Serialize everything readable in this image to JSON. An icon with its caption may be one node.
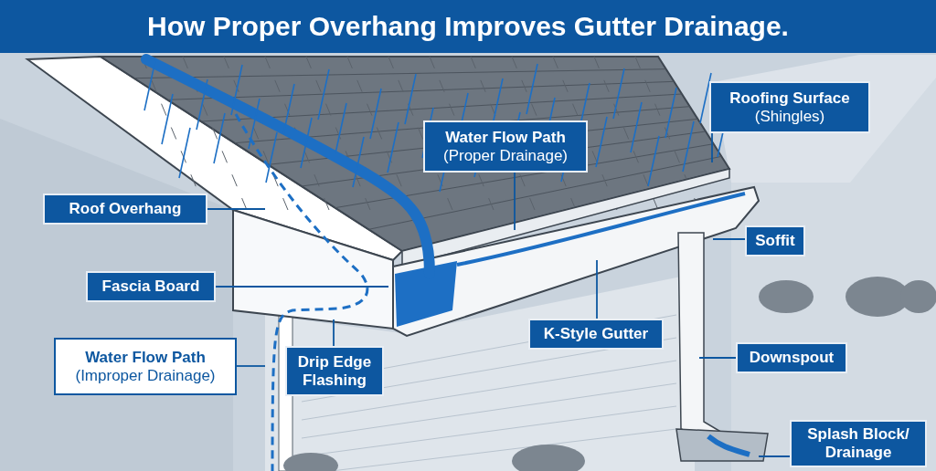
{
  "diagram": {
    "title": "How Proper Overhang Improves Gutter Drainage.",
    "nodes": [
      {
        "text": [
          "Water Flow Path",
          "(Proper Drainage)"
        ]
      },
      {
        "text": [
          "Roofing Surface",
          "(Shingles)"
        ]
      },
      {
        "text": [
          "Roof Overhang"
        ]
      },
      {
        "text": [
          "Soffit"
        ]
      },
      {
        "text": [
          "Fascia Board"
        ]
      },
      {
        "text": [
          "K-Style Gutter"
        ]
      },
      {
        "text": [
          "Water Flow Path",
          "(Improper Drainage)"
        ]
      },
      {
        "text": [
          "Drip Edge Flashing"
        ]
      },
      {
        "text": [
          "Downspout"
        ]
      },
      {
        "text": [
          "Splash Block/ Drainage"
        ]
      }
    ],
    "edges": [
      {
        "from": 0,
        "to": null,
        "arrow": "none"
      },
      {
        "from": 1,
        "to": null,
        "arrow": "none"
      },
      {
        "from": 2,
        "to": null,
        "arrow": "none"
      },
      {
        "from": 3,
        "to": null,
        "arrow": "none"
      },
      {
        "from": 4,
        "to": null,
        "arrow": "none"
      },
      {
        "from": 5,
        "to": null,
        "arrow": "none"
      },
      {
        "from": 6,
        "to": null,
        "arrow": "none"
      },
      {
        "from": 7,
        "to": null,
        "arrow": "none"
      },
      {
        "from": 8,
        "to": null,
        "arrow": "none"
      },
      {
        "from": 9,
        "to": null,
        "arrow": "none"
      }
    ]
  }
}
